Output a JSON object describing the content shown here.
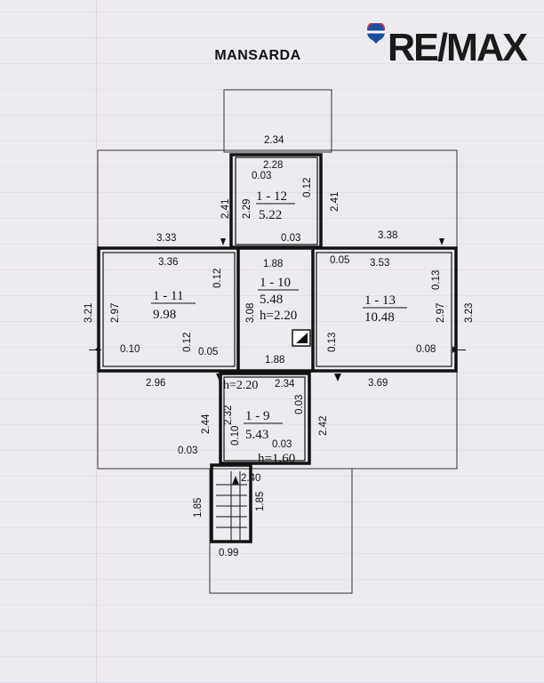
{
  "title": "MANSARDA",
  "brand": {
    "name": "RE/MAX",
    "colors": {
      "red": "#d81e2c",
      "blue": "#1b4fa0",
      "text": "#1a1a1a"
    },
    "icon": "hot-air-balloon-icon"
  },
  "rooms": [
    {
      "id": "1 - 12",
      "area": "5.22",
      "height": ""
    },
    {
      "id": "1 - 11",
      "area": "9.98",
      "height": ""
    },
    {
      "id": "1 - 10",
      "area": "5.48",
      "height": "h=2.20"
    },
    {
      "id": "1 - 13",
      "area": "10.48",
      "height": ""
    },
    {
      "id": "1 - 9",
      "area": "5.43",
      "height": "h=1.60"
    }
  ],
  "dims": {
    "d1": "2.34",
    "d2": "2.28",
    "d3": "0.03",
    "d4": "0.12",
    "d5": "2.41",
    "d6": "2.29",
    "d7": "2.41",
    "d8": "3.33",
    "d9": "0.03",
    "d10": "3.38",
    "d11": "3.36",
    "d12": "1.88",
    "d13": "0.05",
    "d14": "3.53",
    "d15": "0.12",
    "d16": "0.13",
    "d17": "3.21",
    "d18": "2.97",
    "d19": "3.08",
    "d20": "2.97",
    "d21": "3.23",
    "d22": "0.10",
    "d23": "0.12",
    "d24": "0.05",
    "d25": "0.13",
    "d26": "0.08",
    "d27": "1.88",
    "d28": "2.96",
    "d29": "h=2.20",
    "d30": "2.34",
    "d31": "3.69",
    "d32": "2.44",
    "d33": "2.32",
    "d34": "0.03",
    "d35": "2.42",
    "d36": "0.10",
    "d37": "0.03",
    "d38": "0.03",
    "d39": "2.40",
    "d40": "1.85",
    "d41": "1.85",
    "d42": "0.99"
  }
}
